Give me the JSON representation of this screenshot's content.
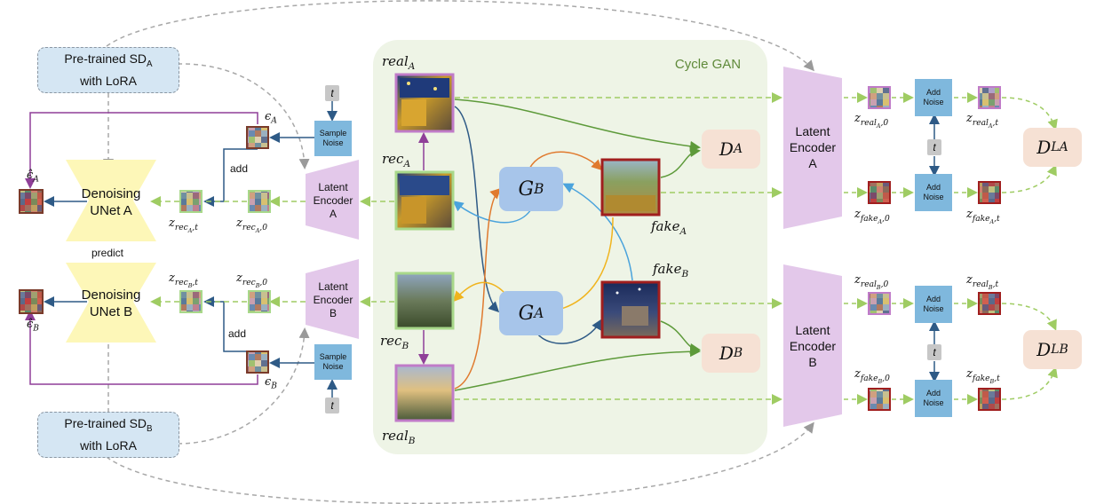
{
  "panel": {
    "title": "Cycle GAN"
  },
  "pretrained": {
    "a": {
      "line1": "Pre-trained SD",
      "sub": "A",
      "line2": "with LoRA"
    },
    "b": {
      "line1": "Pre-trained SD",
      "sub": "B",
      "line2": "with LoRA"
    }
  },
  "unet": {
    "a": {
      "line1": "Denoising",
      "line2": "UNet A"
    },
    "b": {
      "line1": "Denoising",
      "line2": "UNet B"
    }
  },
  "small_encoder": {
    "a": {
      "line1": "Latent",
      "line2": "Encoder",
      "line3": "A"
    },
    "b": {
      "line1": "Latent",
      "line2": "Encoder",
      "line3": "B"
    }
  },
  "big_encoder": {
    "a": {
      "line1": "Latent",
      "line2": "Encoder",
      "line3": "A"
    },
    "b": {
      "line1": "Latent",
      "line2": "Encoder",
      "line3": "B"
    }
  },
  "sample_noise": {
    "line1": "Sample",
    "line2": "Noise"
  },
  "add_noise": {
    "line1": "Add",
    "line2": "Noise"
  },
  "t_symbol": "t",
  "words": {
    "add": "add",
    "predict": "predict"
  },
  "symbols": {
    "eps": "ϵ",
    "eps_hat": "ϵ̂",
    "z": "z",
    "real": "real",
    "fake": "fake",
    "rec": "rec",
    "sub_a": "A",
    "sub_b": "B",
    "zero": "0",
    "t": "t",
    "G": "G",
    "D": "D",
    "LA": "LA",
    "LB": "LB"
  },
  "colors": {
    "purple": "#8f3f98",
    "green_dashed": "#9fcc63",
    "dark_blue": "#2e5a86",
    "green_solid": "#5d9a3a",
    "orange": "#e07a2e",
    "light_blue": "#4aa3dc",
    "yellow": "#f0b41e",
    "gray_dashed": "#a8a8a8",
    "enc_fill": "#e3c8ea",
    "unet_fill": "#fdf7b8"
  },
  "icons": [
    "patch-image",
    "painting-image",
    "photo-image"
  ]
}
